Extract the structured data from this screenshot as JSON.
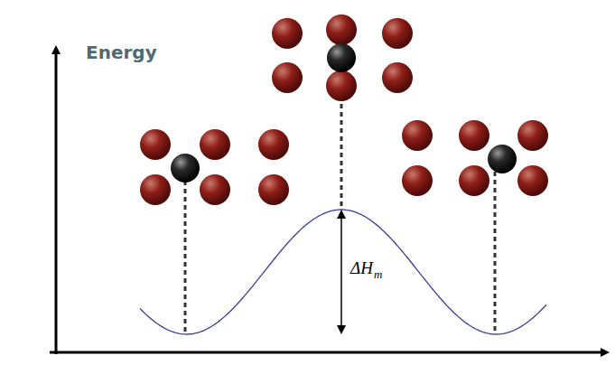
{
  "diagram": {
    "labels": [
      "Energy",
      "ΔH",
      "m"
    ]
  }
}
